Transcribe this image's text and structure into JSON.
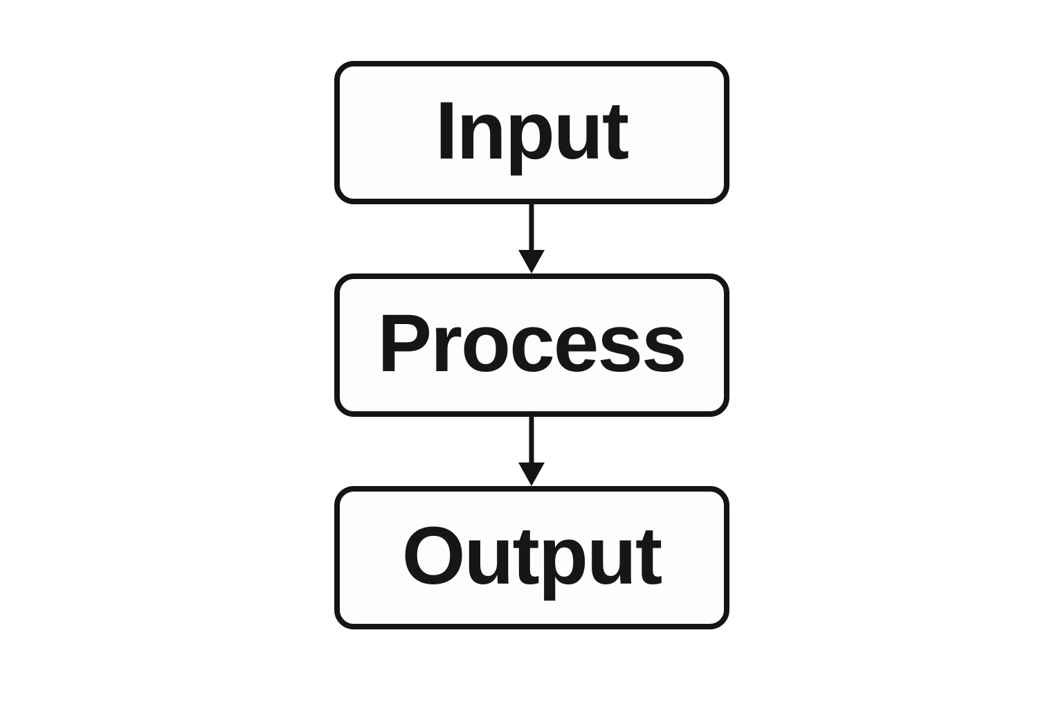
{
  "diagram": {
    "type": "flowchart",
    "direction": "top-to-bottom",
    "nodes": [
      {
        "id": "input",
        "label": "Input"
      },
      {
        "id": "process",
        "label": "Process"
      },
      {
        "id": "output",
        "label": "Output"
      }
    ],
    "edges": [
      {
        "from": "input",
        "to": "process",
        "style": "solid-arrow"
      },
      {
        "from": "process",
        "to": "output",
        "style": "solid-arrow"
      }
    ],
    "colors": {
      "background": "#ffffff",
      "node_fill": "#fdfdfd",
      "node_stroke": "#141414",
      "text": "#161616",
      "arrow": "#141414"
    }
  }
}
